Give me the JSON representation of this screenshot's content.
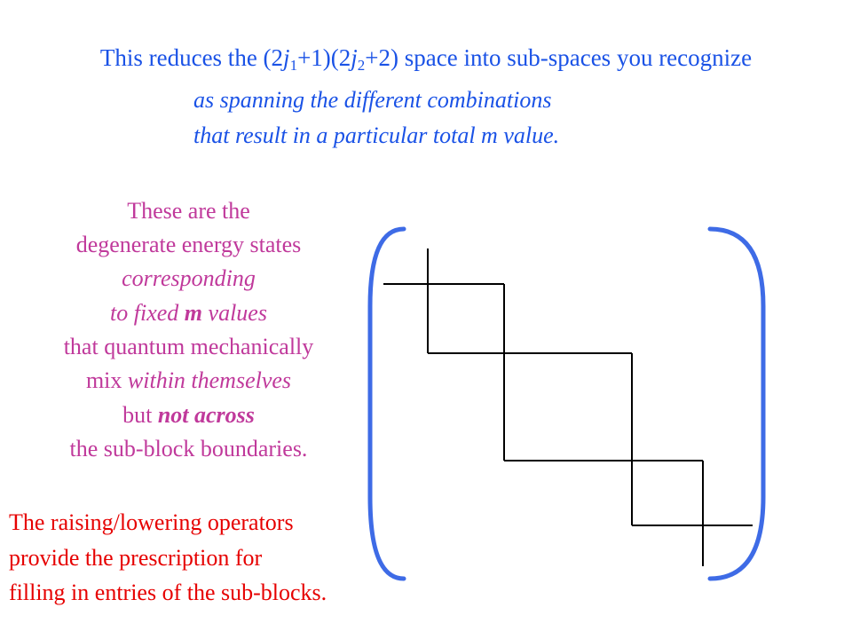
{
  "slide": {
    "title": {
      "part1": "This reduces the (2",
      "j1": "j",
      "sub1": "1",
      "part2": "+1)(2",
      "j2": "j",
      "sub2": "2",
      "part3": "+2) space into sub-spaces you recognize"
    },
    "subtitle": {
      "line1": "as spanning the different combinations",
      "line2": "that result in a particular total m value."
    },
    "note": {
      "line1": "These are the",
      "line2": "degenerate energy states",
      "line3": "corresponding",
      "line4_a": "to fixed ",
      "line4_b": "m",
      "line4_c": " values",
      "line5": "that quantum mechanically",
      "line6_a": "mix ",
      "line6_b": "within themselves",
      "line7_a": "but ",
      "line7_b": "not across",
      "line8": "the sub-block boundaries."
    },
    "operators": {
      "line1": "The raising/lowering operators",
      "line2": "provide the prescription for",
      "line3": "filling in entries of the sub-blocks."
    },
    "colors": {
      "blue_text": "#1a52e6",
      "pink_text": "#c0399b",
      "red_text": "#e60000",
      "bracket": "#3e6be6",
      "lines": "#000000"
    }
  }
}
